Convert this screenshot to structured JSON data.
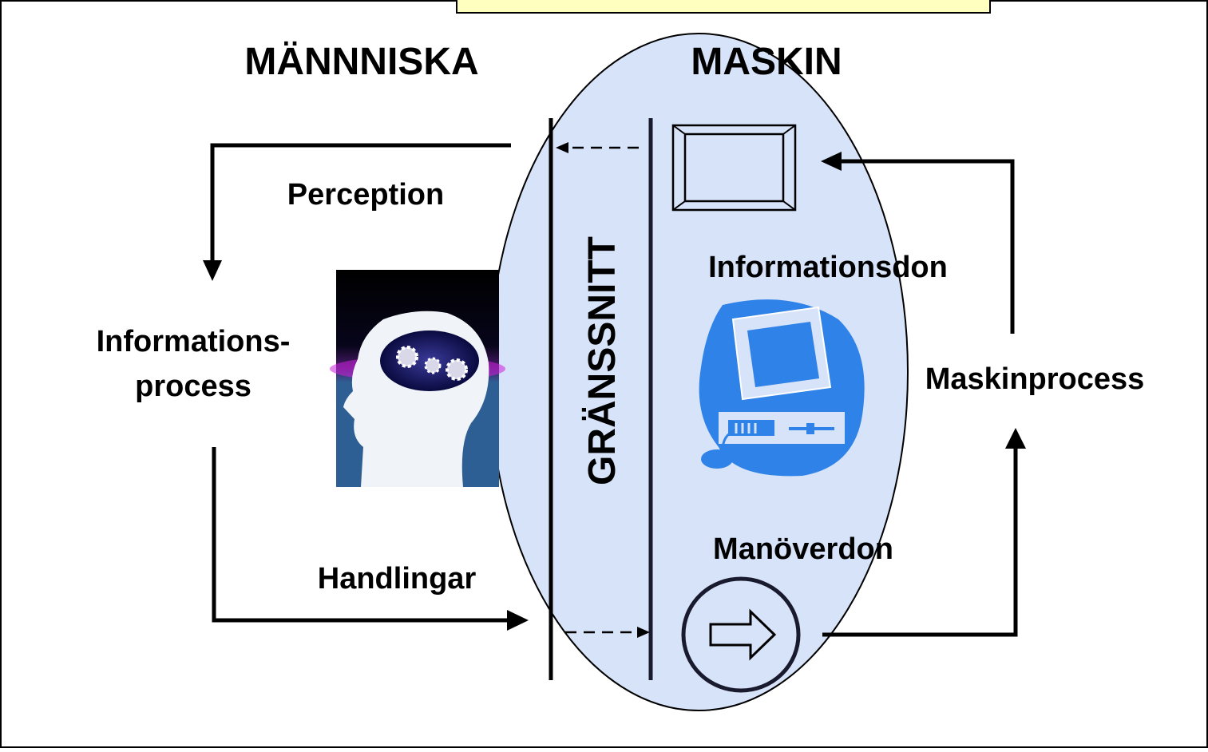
{
  "labels": {
    "human": "MÄNNNISKA",
    "machine": "MASKIN",
    "perception": "Perception",
    "info_process_line1": "Informations-",
    "info_process_line2": "process",
    "actions": "Handlingar",
    "interface": "GRÄNSSNITT",
    "display": "Informationsdon",
    "control": "Manöverdon",
    "machine_process": "Maskinprocess"
  },
  "icons": {
    "head": "head-with-gears-icon",
    "display": "display-frame-icon",
    "computer": "computer-icon",
    "control": "control-arrow-button-icon"
  },
  "colors": {
    "interface_fill": "#d7e3f8",
    "top_box_fill": "#ffffc0",
    "computer_blue": "#2f82e8",
    "head_bg": "#2e5f94",
    "head_glow": "#cc22dd"
  }
}
